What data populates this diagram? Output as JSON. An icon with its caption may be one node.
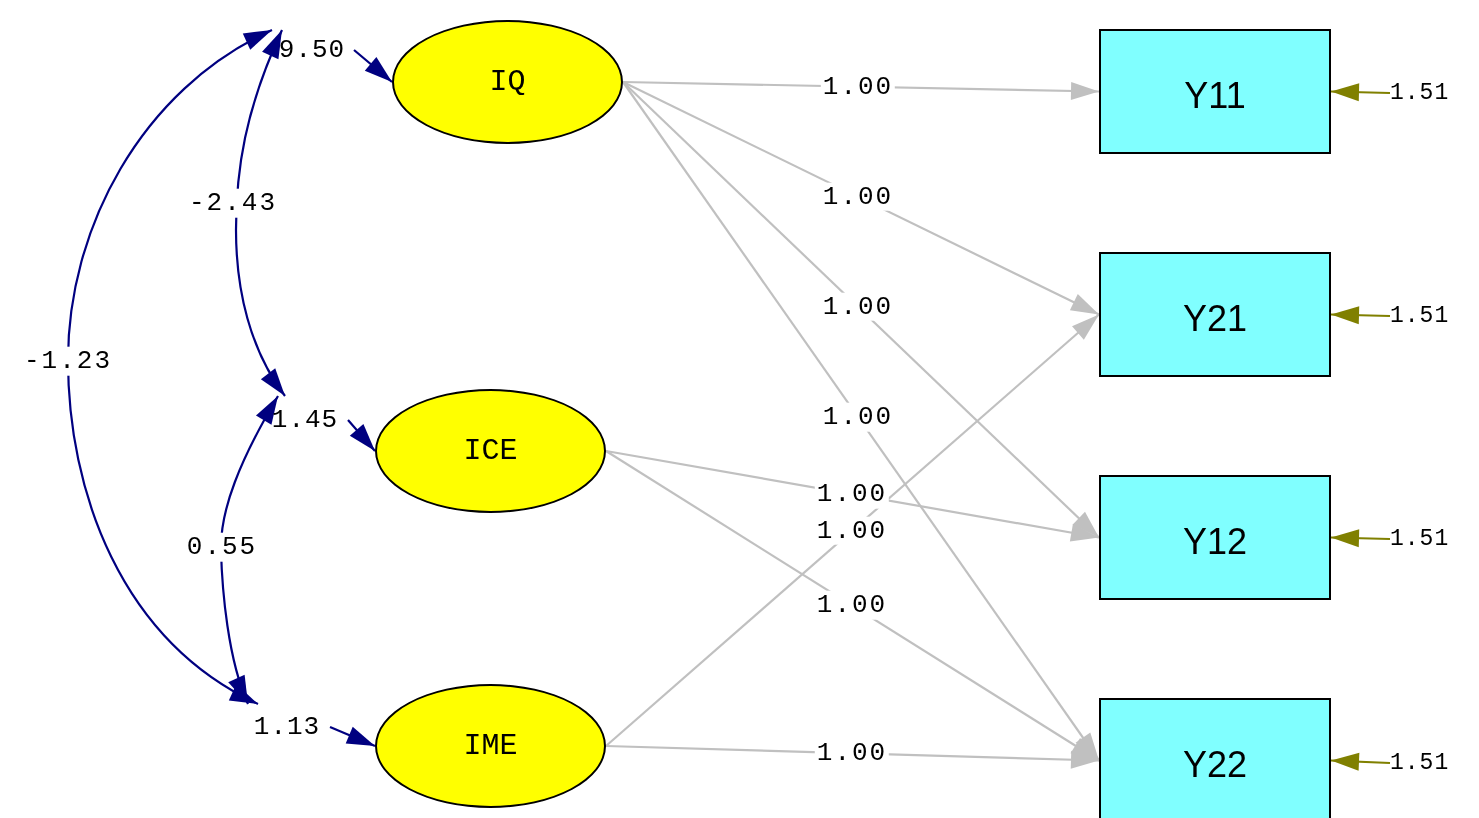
{
  "diagram": {
    "nodes": [
      {
        "text": [
          "IQ"
        ]
      },
      {
        "text": [
          "ICE"
        ]
      },
      {
        "text": [
          "IME"
        ]
      },
      {
        "text": [
          "Y11"
        ]
      },
      {
        "text": [
          "Y21"
        ]
      },
      {
        "text": [
          "Y12"
        ]
      },
      {
        "text": [
          "Y22"
        ]
      },
      {
        "text": [
          "9.50"
        ]
      },
      {
        "text": [
          "1.45"
        ]
      },
      {
        "text": [
          "1.13"
        ]
      },
      {
        "text": [
          "1.51"
        ]
      },
      {
        "text": [
          "1.51"
        ]
      },
      {
        "text": [
          "1.51"
        ]
      },
      {
        "text": [
          "1.51"
        ]
      }
    ],
    "edges": [
      {
        "from": 0,
        "to": 3,
        "arrow": "to",
        "label": "1.00"
      },
      {
        "from": 0,
        "to": 4,
        "arrow": "to",
        "label": "1.00"
      },
      {
        "from": 0,
        "to": 5,
        "arrow": "to",
        "label": "1.00"
      },
      {
        "from": 0,
        "to": 6,
        "arrow": "to",
        "label": "1.00"
      },
      {
        "from": 1,
        "to": 5,
        "arrow": "to",
        "label": "1.00"
      },
      {
        "from": 2,
        "to": 4,
        "arrow": "to",
        "label": "1.00"
      },
      {
        "from": 1,
        "to": 6,
        "arrow": "to",
        "label": "1.00"
      },
      {
        "from": 2,
        "to": 6,
        "arrow": "to",
        "label": "1.00"
      },
      {
        "from": 7,
        "to": 0,
        "arrow": "to",
        "color": "#000080"
      },
      {
        "from": 8,
        "to": 1,
        "arrow": "to",
        "color": "#000080"
      },
      {
        "from": 9,
        "to": 2,
        "arrow": "to",
        "color": "#000080"
      },
      {
        "from": 7,
        "to": 8,
        "arrow": "both",
        "label": "-2.43",
        "color": "#000080"
      },
      {
        "from": 8,
        "to": 9,
        "arrow": "both",
        "label": "0.55",
        "color": "#000080"
      },
      {
        "from": 7,
        "to": 9,
        "arrow": "both",
        "label": "-1.23",
        "color": "#000080"
      },
      {
        "from": 10,
        "to": 3,
        "arrow": "to",
        "color": "#808000"
      },
      {
        "from": 11,
        "to": 4,
        "arrow": "to",
        "color": "#808000"
      },
      {
        "from": 12,
        "to": 5,
        "arrow": "to",
        "color": "#808000"
      },
      {
        "from": 13,
        "to": 6,
        "arrow": "to",
        "color": "#808000"
      }
    ]
  }
}
